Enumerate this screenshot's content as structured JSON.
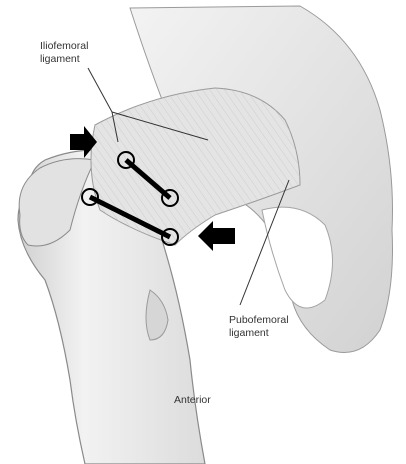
{
  "labels": {
    "iliofemoral_line1": "Iliofemoral",
    "iliofemoral_line2": "ligament",
    "pubofemoral_line1": "Pubofemoral",
    "pubofemoral_line2": "ligament",
    "view": "Anterior"
  },
  "colors": {
    "bone_fill": "#e9e9e9",
    "bone_shadow": "#c8c8c8",
    "ligament_fill": "#dcdcdc",
    "outline": "#7a7a7a",
    "marker": "#000000"
  },
  "icons": [
    "arrow-right-icon",
    "arrow-left-icon"
  ]
}
